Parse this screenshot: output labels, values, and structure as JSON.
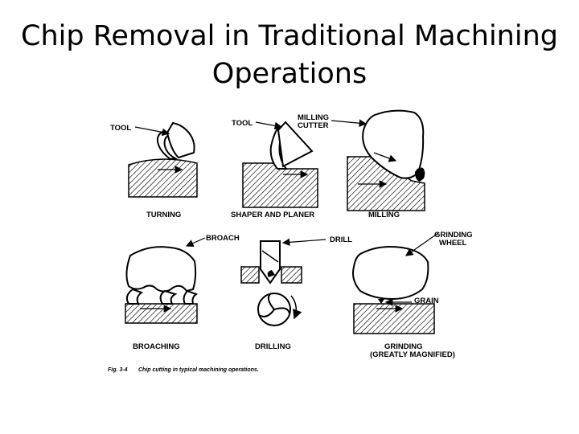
{
  "title": {
    "line1": "Chip Removal in Traditional Machining",
    "line2": "Operations"
  },
  "labels": {
    "tool_turning": "TOOL",
    "tool_shaper": "TOOL",
    "milling_cutter_line1": "MILLING",
    "milling_cutter_line2": "CUTTER",
    "turning": "TURNING",
    "shaper_and_planer": "SHAPER AND PLANER",
    "milling": "MILLING",
    "broach": "BROACH",
    "drill": "DRILL",
    "grinding_wheel_line1": "GRINDING",
    "grinding_wheel_line2": "WHEEL",
    "grain": "GRAIN",
    "broaching": "BROACHING",
    "drilling": "DRILLING",
    "grinding_line1": "GRINDING",
    "grinding_line2": "(GREATLY MAGNIFIED)"
  },
  "caption": {
    "fig_number": "Fig. 3-4",
    "text": "Chip cutting in typical machining operations."
  }
}
